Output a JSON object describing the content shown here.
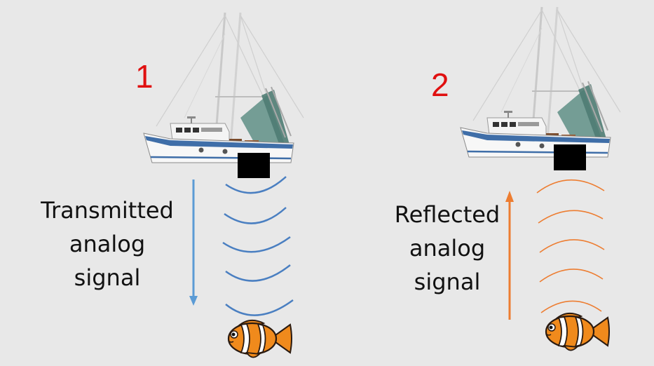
{
  "panels": [
    {
      "number": "1",
      "caption": [
        "Transmitted",
        "analog",
        "signal"
      ],
      "wave_direction": "down",
      "arrow_direction": "down"
    },
    {
      "number": "2",
      "caption": [
        "Reflected",
        "analog",
        "signal"
      ],
      "wave_direction": "up",
      "arrow_direction": "up"
    }
  ],
  "colors": {
    "background": "#e8e8e8",
    "number": "#e01010",
    "transmitted_wave": "#4a7fc1",
    "transmitted_arrow": "#5b9bd5",
    "reflected_wave": "#ed7d31",
    "reflected_arrow": "#ed7d31",
    "transducer": "#000000",
    "fish_orange": "#f08a1c",
    "fish_white": "#ffffff",
    "fish_outline": "#2a1a10"
  },
  "icons": {
    "boat": "fishing-boat-icon",
    "transducer": "sonar-transducer-icon",
    "fish": "clownfish-icon"
  }
}
